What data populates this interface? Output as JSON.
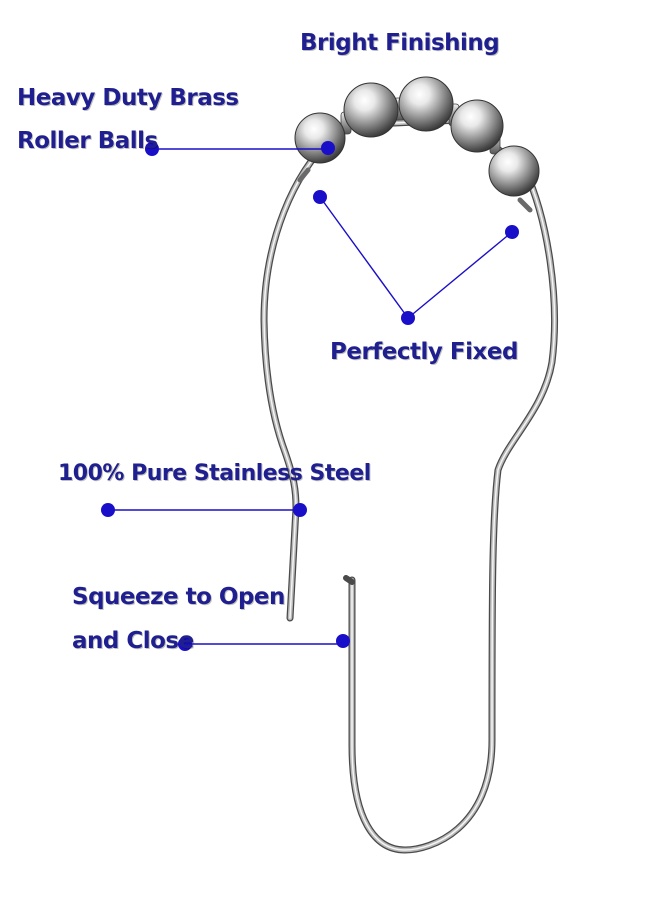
{
  "labels": {
    "bright_finishing": "Bright Finishing",
    "heavy_duty_line1": "Heavy Duty Brass",
    "heavy_duty_line2": "Roller Balls",
    "perfectly_fixed": "Perfectly Fixed",
    "stainless_steel": "100% Pure Stainless Steel",
    "squeeze_line1": "Squeeze to Open",
    "squeeze_line2": "and Close"
  },
  "colors": {
    "label_text": "#1f1f8f",
    "callout_dot": "#1a0fc8",
    "callout_line": "#1a0fc8",
    "metal": "#a9a9a9",
    "background": "#ffffff"
  }
}
